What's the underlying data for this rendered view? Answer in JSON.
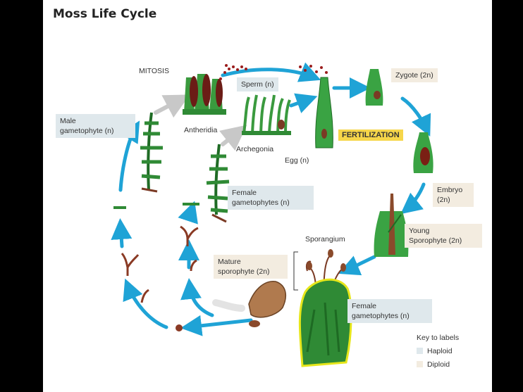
{
  "title": "Moss Life Cycle",
  "labels": {
    "mitosis": "MITOSIS",
    "sperm": "Sperm (n)",
    "zygote": "Zygote (2n)",
    "antheridia": "Antheridia",
    "archegonia": "Archegonia",
    "egg": "Egg (n)",
    "fertilization": "FERTILIZATION",
    "male_gametophyte_line1": "Male",
    "male_gametophyte_line2": "gametophyte (n)",
    "female_gametophytes_top_line1": "Female",
    "female_gametophytes_top_line2": "gametophytes (n)",
    "embryo_line1": "Embryo",
    "embryo_line2": "(2n)",
    "sporangium": "Sporangium",
    "young_sporophyte_line1": "Young",
    "young_sporophyte_line2": "Sporophyte (2n)",
    "mature_sporophyte_line1": "Mature",
    "mature_sporophyte_line2": "sporophyte (2n)",
    "female_gametophytes_bottom_line1": "Female",
    "female_gametophytes_bottom_line2": "gametophytes (n)"
  },
  "key": {
    "title": "Key to labels",
    "haploid": "Haploid",
    "diploid": "Diploid"
  },
  "colors": {
    "arrow": "#1fa3d6",
    "haploid": "#dfe8ec",
    "diploid": "#f3ece0",
    "fertilization": "#f6d64a",
    "moss_green": "#2f8a35",
    "brown": "#7a3a24"
  }
}
